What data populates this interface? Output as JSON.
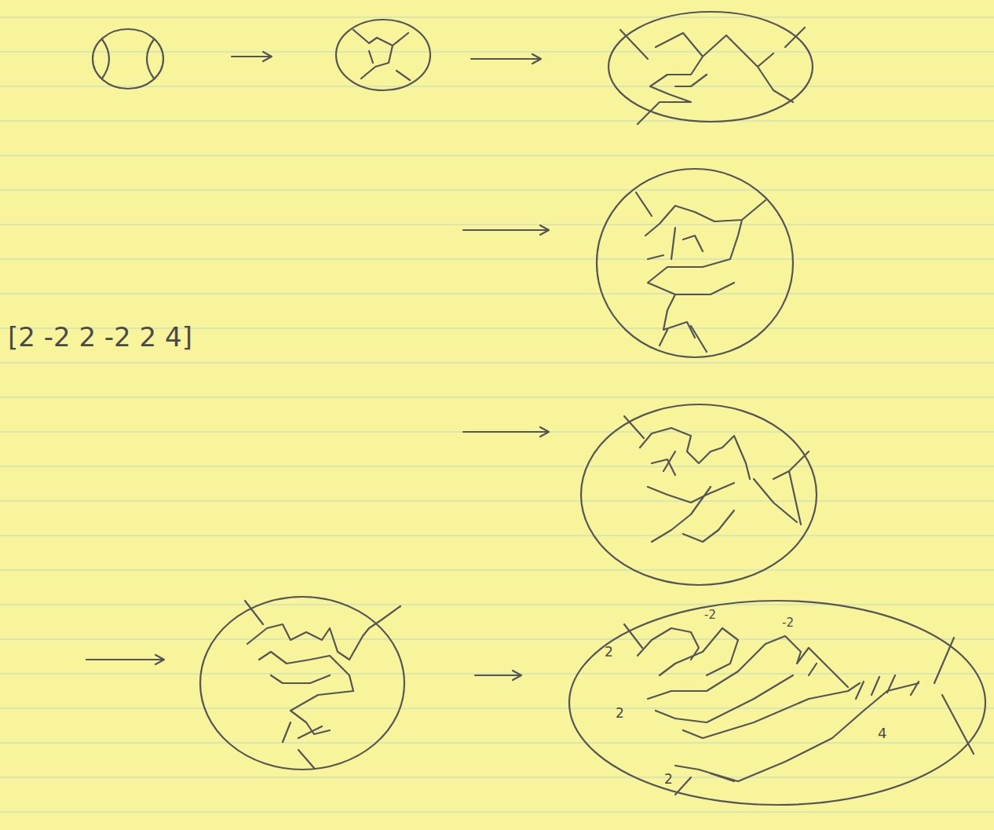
{
  "diagram": {
    "labels": [
      "[2 -2 2 -2 2 4]",
      "2",
      "-2",
      "-2",
      "2",
      "2",
      "4"
    ]
  }
}
